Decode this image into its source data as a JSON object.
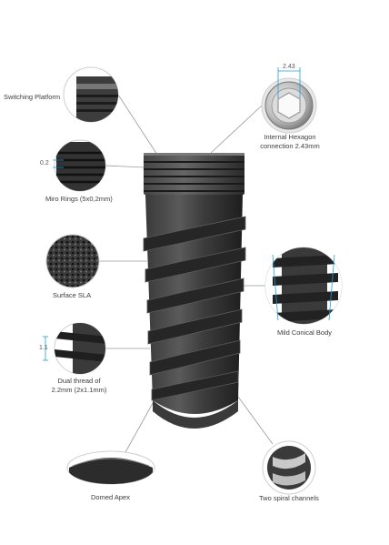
{
  "labels": {
    "switching_platform": "Switching Platform",
    "internal_hexagon_line1": "Internal Hexagon",
    "internal_hexagon_line2": "connection 2.43mm",
    "micro_rings": "Miro Rings (5x0,2mm)",
    "surface_sla": "Surface SLA",
    "mild_conical_body": "Mild Conical Body",
    "dual_thread_line1": "Dual thread of",
    "dual_thread_line2": "2.2mm (2x1.1mm)",
    "domed_apex": "Domed Apex",
    "two_spiral_channels": "Two spiral channels"
  },
  "dimensions": {
    "hexagon_width": "2.43",
    "ring_height": "0.2",
    "thread_pitch": "1.1"
  },
  "colors": {
    "implant_dark": "#2b2b2b",
    "implant_mid": "#4a4a4a",
    "implant_light": "#8a8a8a",
    "leader_line": "#9a9a9a",
    "dimension_accent": "#1ea0d8"
  }
}
